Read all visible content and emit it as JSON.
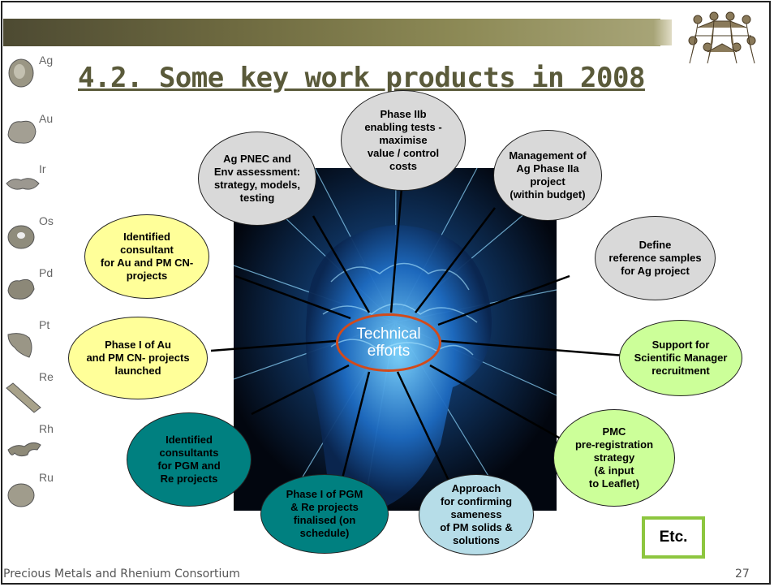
{
  "slide": {
    "title": "4.2. Some key work products in 2008",
    "footer": "Precious Metals and Rhenium Consortium",
    "page_number": "27",
    "etc_label": "Etc."
  },
  "elements": [
    "Ag",
    "Au",
    "Ir",
    "Os",
    "Pd",
    "Pt",
    "Re",
    "Rh",
    "Ru"
  ],
  "center": "Technical\nefforts",
  "ovals": {
    "phase_2b": "Phase IIb\nenabling tests -\nmaximise\nvalue / control\ncosts",
    "ag_pnec": "Ag PNEC and\nEnv assessment:\nstrategy, models,\ntesting",
    "management_ag": "Management of\nAg Phase IIa\nproject\n(within budget)",
    "define_reference": "Define\nreference samples\nfor Ag project",
    "identified_consultant_au": "Identified\nconsultant\nfor Au and PM CN-\nprojects",
    "phase1_au": "Phase I of Au\nand PM CN- projects\nlaunched",
    "support_sci_manager": "Support for\nScientific Manager\nrecruitment",
    "identified_consultants_pgm": "Identified\nconsultants\nfor PGM and\nRe projects",
    "pmc_preregistration": "PMC\npre-registration\nstrategy\n(& input\nto Leaflet)",
    "approach_sameness": "Approach\nfor confirming\nsameness\nof PM solids &\nsolutions",
    "phase1_pgm": "Phase I of PGM\n& Re projects\nfinalised (on\nschedule)"
  },
  "colors": {
    "gray_oval": "#d9d9d9",
    "yellow_oval": "#ffff99",
    "green_oval": "#ccff99",
    "teal_oval": "#008080",
    "light_blue_oval": "#b6dde8",
    "center_ring": "#d24a1a",
    "etc_border": "#8dc63f"
  }
}
